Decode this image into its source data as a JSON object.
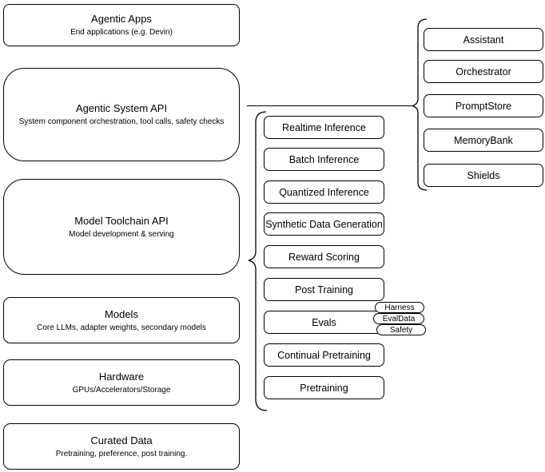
{
  "style": {
    "stroke_color": "#000000",
    "fill_color": "#ffffff",
    "background": "#ffffff"
  },
  "left_column": {
    "boxes": [
      {
        "title": "Agentic Apps",
        "subtitle": "End applications (e.g. Devin)"
      },
      {
        "title": "Agentic System API",
        "subtitle": "System component orchestration, tool calls, safety checks"
      },
      {
        "title": "Model Toolchain API",
        "subtitle": "Model development & serving"
      },
      {
        "title": "Models",
        "subtitle": "Core LLMs, adapter weights, secondary models"
      },
      {
        "title": "Hardware",
        "subtitle": "GPUs/Accelerators/Storage"
      },
      {
        "title": "Curated Data",
        "subtitle": "Pretraining, preference, post training."
      }
    ]
  },
  "middle_column": {
    "items": [
      "Realtime Inference",
      "Batch Inference",
      "Quantized Inference",
      "Synthetic Data Generation",
      "Reward Scoring",
      "Post Training",
      "Evals",
      "Continual Pretraining",
      "Pretraining"
    ]
  },
  "evals_tags": [
    "Harness",
    "EvalData",
    "Safety"
  ],
  "right_column": {
    "items": [
      "Assistant",
      "Orchestrator",
      "PromptStore",
      "MemoryBank",
      "Shields"
    ]
  }
}
